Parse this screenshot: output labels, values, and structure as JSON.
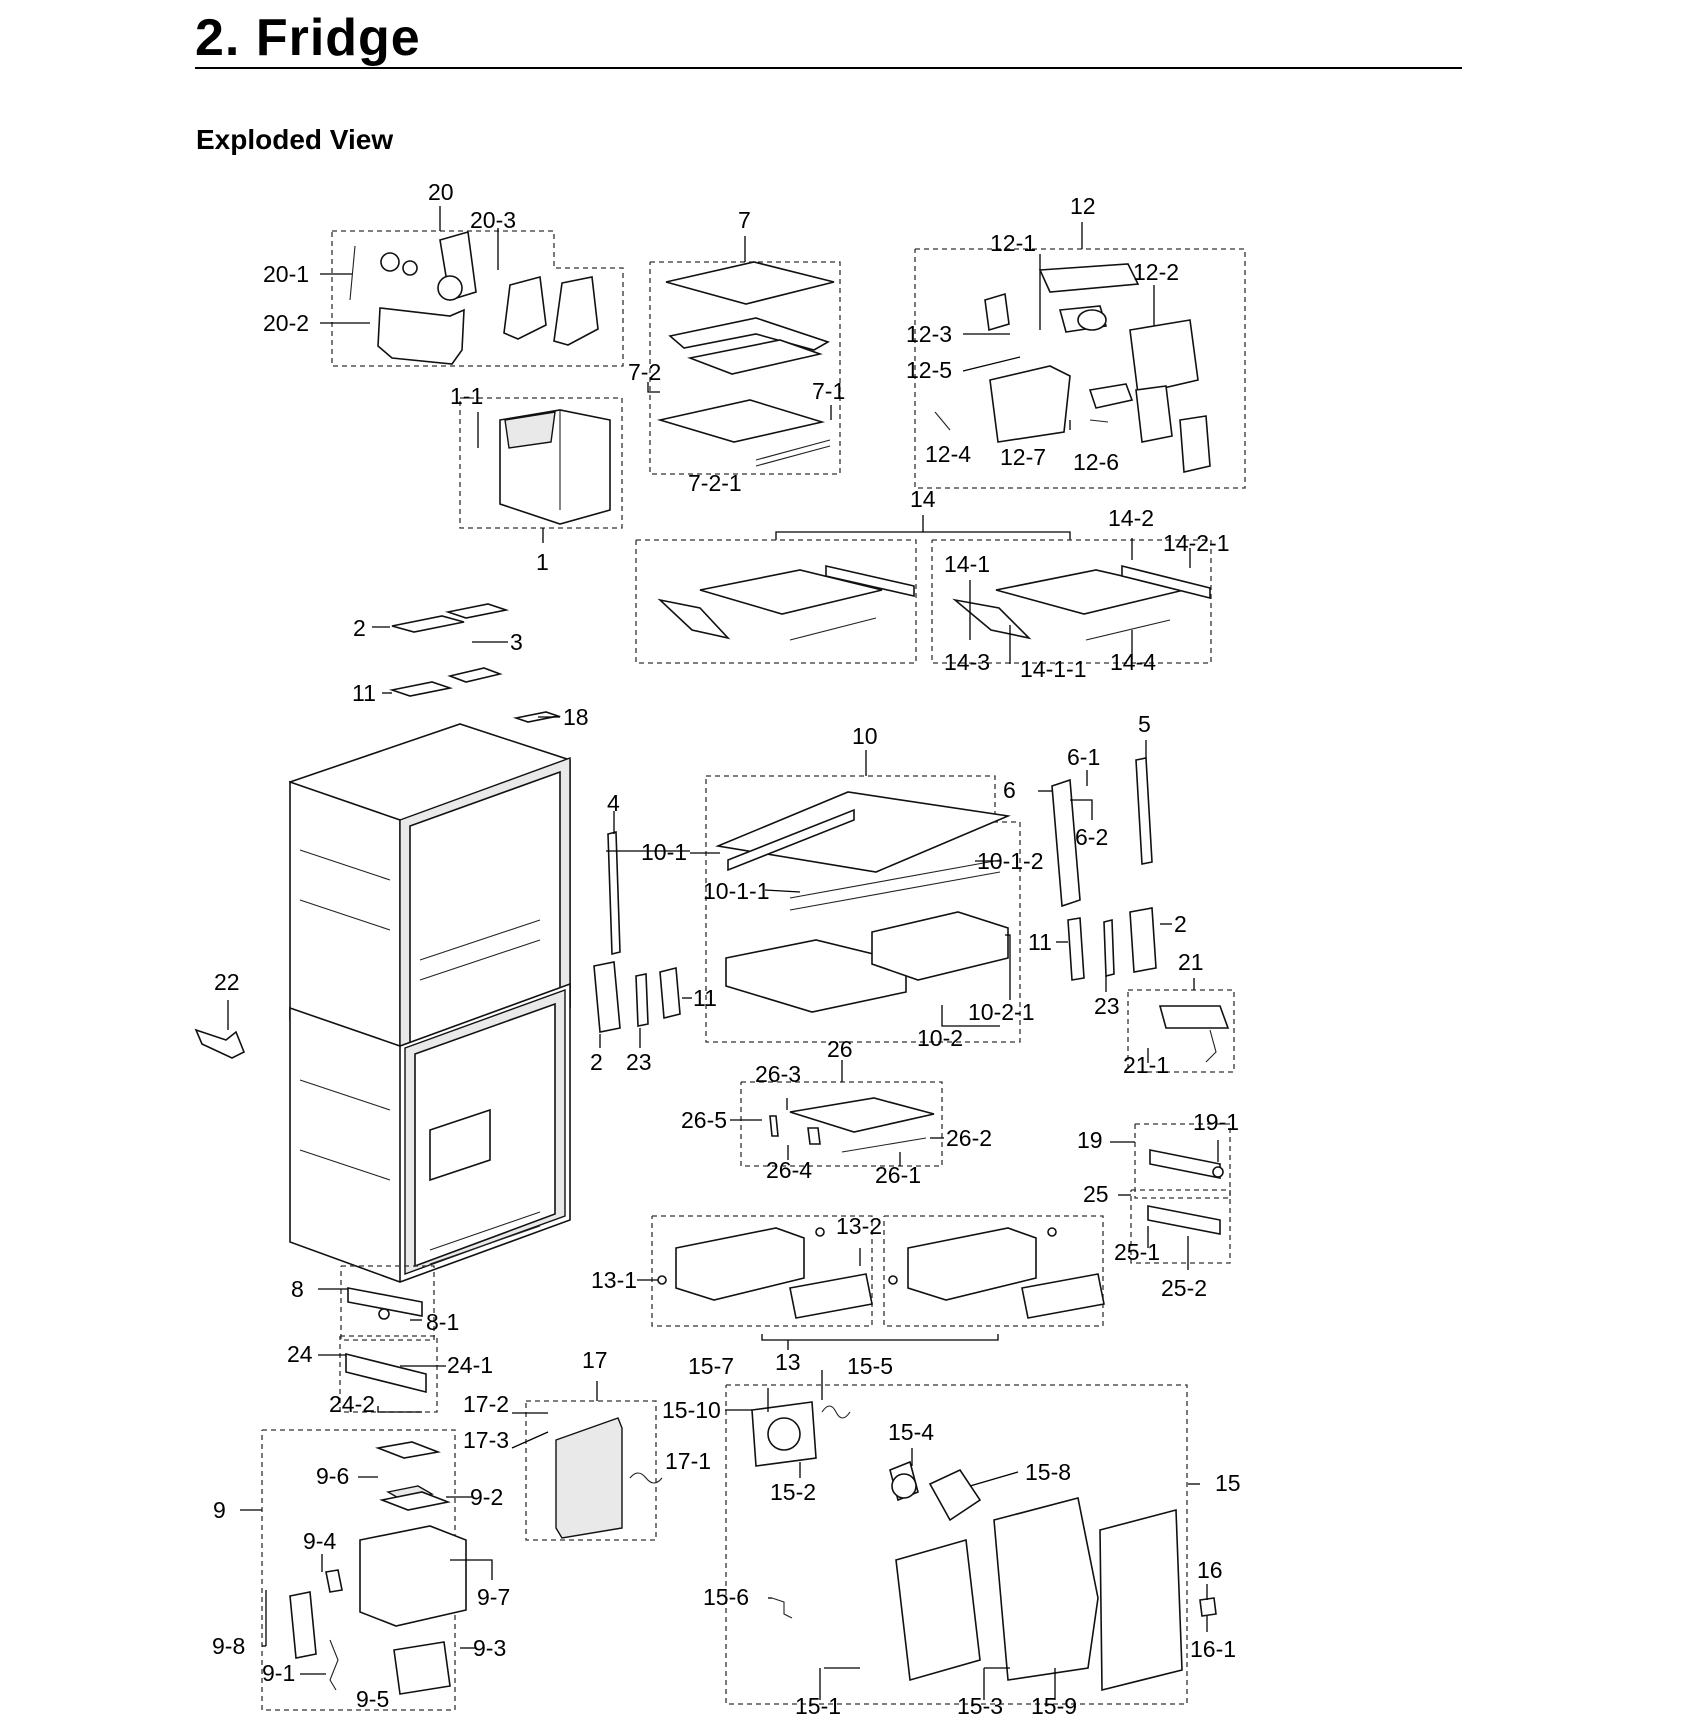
{
  "header": {
    "title": "2.  Fridge",
    "subtitle": "Exploded View"
  },
  "labels": {
    "l20": "20",
    "l20_1": "20-1",
    "l20_2": "20-2",
    "l20_3": "20-3",
    "l7": "7",
    "l7_1": "7-1",
    "l7_2": "7-2",
    "l7_2_1": "7-2-1",
    "l12": "12",
    "l12_1": "12-1",
    "l12_2": "12-2",
    "l12_3": "12-3",
    "l12_4": "12-4",
    "l12_5": "12-5",
    "l12_6": "12-6",
    "l12_7": "12-7",
    "l1": "1",
    "l1_1": "1-1",
    "l14": "14",
    "l14_1": "14-1",
    "l14_1_1": "14-1-1",
    "l14_2": "14-2",
    "l14_2_1": "14-2-1",
    "l14_3": "14-3",
    "l14_4": "14-4",
    "l2a": "2",
    "l3": "3",
    "l11a": "11",
    "l18": "18",
    "l10": "10",
    "l10_1": "10-1",
    "l10_1_1": "10-1-1",
    "l10_1_2": "10-1-2",
    "l10_2": "10-2",
    "l10_2_1": "10-2-1",
    "l5": "5",
    "l6": "6",
    "l6_1": "6-1",
    "l6_2": "6-2",
    "l4": "4",
    "l2b": "2",
    "l23a": "23",
    "l11b": "11",
    "l11c": "11",
    "l23b": "23",
    "l2c": "2",
    "l21": "21",
    "l21_1": "21-1",
    "l22": "22",
    "l26": "26",
    "l26_1": "26-1",
    "l26_2": "26-2",
    "l26_3": "26-3",
    "l26_4": "26-4",
    "l26_5": "26-5",
    "l19": "19",
    "l19_1": "19-1",
    "l25": "25",
    "l25_1": "25-1",
    "l25_2": "25-2",
    "l13": "13",
    "l13_1": "13-1",
    "l13_2": "13-2",
    "l8": "8",
    "l8_1": "8-1",
    "l24": "24",
    "l24_1": "24-1",
    "l24_2": "24-2",
    "l17": "17",
    "l17_1": "17-1",
    "l17_2": "17-2",
    "l17_3": "17-3",
    "l9": "9",
    "l9_1": "9-1",
    "l9_2": "9-2",
    "l9_3": "9-3",
    "l9_4": "9-4",
    "l9_5": "9-5",
    "l9_6": "9-6",
    "l9_7": "9-7",
    "l9_8": "9-8",
    "l15": "15",
    "l15_1": "15-1",
    "l15_2": "15-2",
    "l15_3": "15-3",
    "l15_4": "15-4",
    "l15_5": "15-5",
    "l15_6": "15-6",
    "l15_7": "15-7",
    "l15_8": "15-8",
    "l15_9": "15-9",
    "l15_10": "15-10",
    "l16": "16",
    "l16_1": "16-1"
  }
}
